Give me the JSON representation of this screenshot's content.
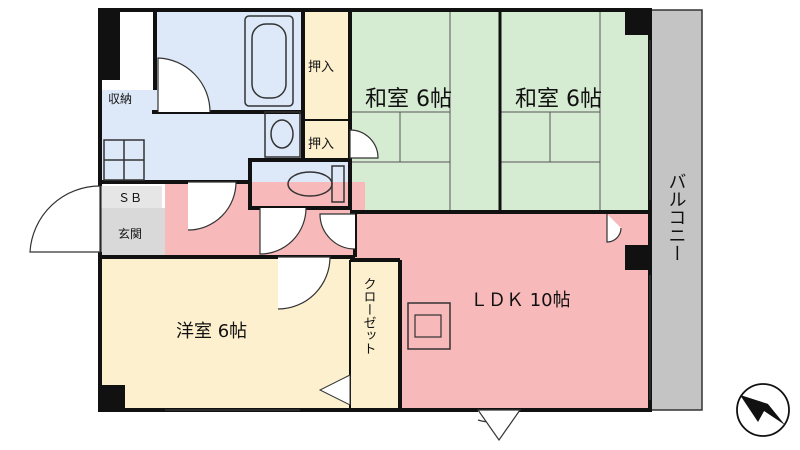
{
  "labels": {
    "washitsu_left": "和室 6帖",
    "washitsu_right": "和室 6帖",
    "oshiire_top": "押入",
    "oshiire_bottom": "押入",
    "shuno": "収納",
    "sb": "ＳＢ",
    "genkan": "玄関",
    "yoshitsu": "洋室 6帖",
    "closet": "クローゼット",
    "ldk": "ＬＤＫ 10帖",
    "balcony": "バルコニー"
  },
  "colors": {
    "wall": "#111111",
    "tatami": "#d6ecd2",
    "wet_area": "#dde9f8",
    "ldk_floor": "#f7b9b9",
    "western_floor": "#fdf0cf",
    "entrance": "#d9d9d9",
    "balcony": "#c4c4c4",
    "line": "#333333"
  },
  "icons": {
    "compass": "north-arrow-icon"
  }
}
